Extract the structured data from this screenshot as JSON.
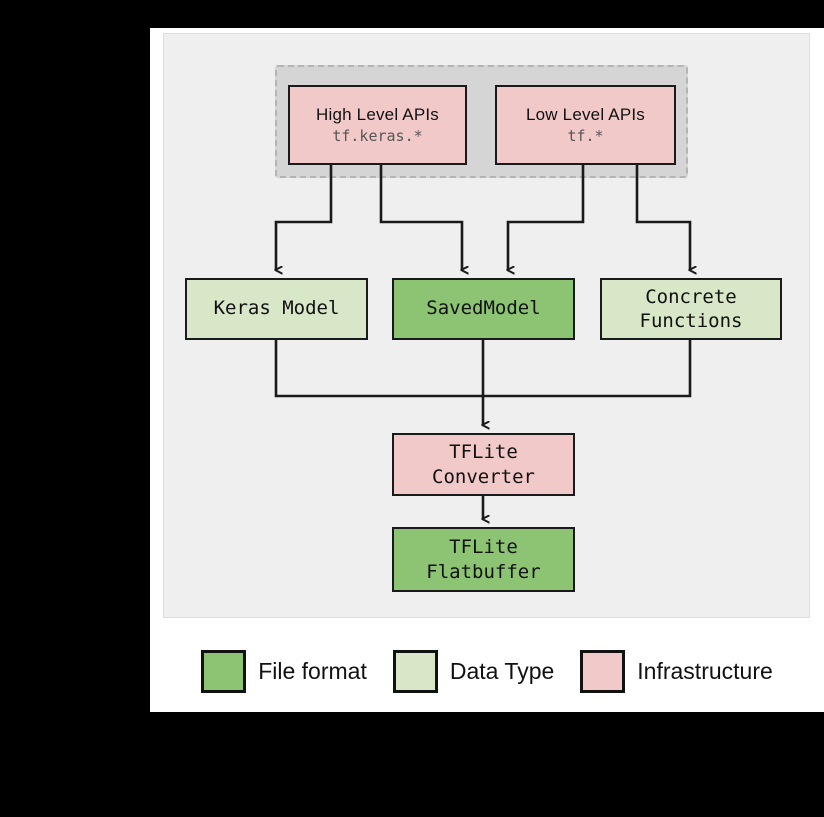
{
  "diagram": {
    "title_visible": false,
    "colors": {
      "infrastructure": "#f2c9c9",
      "file_format": "#8cc474",
      "data_type": "#d7e7c8",
      "group_fill": "#d5d5d5",
      "panel_bg": "#efefef",
      "card_bg": "#ffffff",
      "outline": "#1a1a1a"
    },
    "api_group": {
      "nodes": [
        {
          "id": "high-level-apis",
          "title": "High Level APIs",
          "subtitle": "tf.keras.*",
          "category": "Infrastructure"
        },
        {
          "id": "low-level-apis",
          "title": "Low Level APIs",
          "subtitle": "tf.*",
          "category": "Infrastructure"
        }
      ]
    },
    "model_row": [
      {
        "id": "keras-model",
        "label": "Keras Model",
        "category": "Data Type"
      },
      {
        "id": "savedmodel",
        "label": "SavedModel",
        "category": "File format"
      },
      {
        "id": "concrete-functions",
        "label_line1": "Concrete",
        "label_line2": "Functions",
        "category": "Data Type"
      }
    ],
    "output_chain": [
      {
        "id": "tflite-converter",
        "label_line1": "TFLite",
        "label_line2": "Converter",
        "category": "Infrastructure"
      },
      {
        "id": "tflite-flatbuffer",
        "label_line1": "TFLite",
        "label_line2": "Flatbuffer",
        "category": "File format"
      }
    ]
  },
  "legend": {
    "items": [
      {
        "label": "File format",
        "color": "#8cc474"
      },
      {
        "label": "Data Type",
        "color": "#d7e7c8"
      },
      {
        "label": "Infrastructure",
        "color": "#f2c9c9"
      }
    ]
  }
}
